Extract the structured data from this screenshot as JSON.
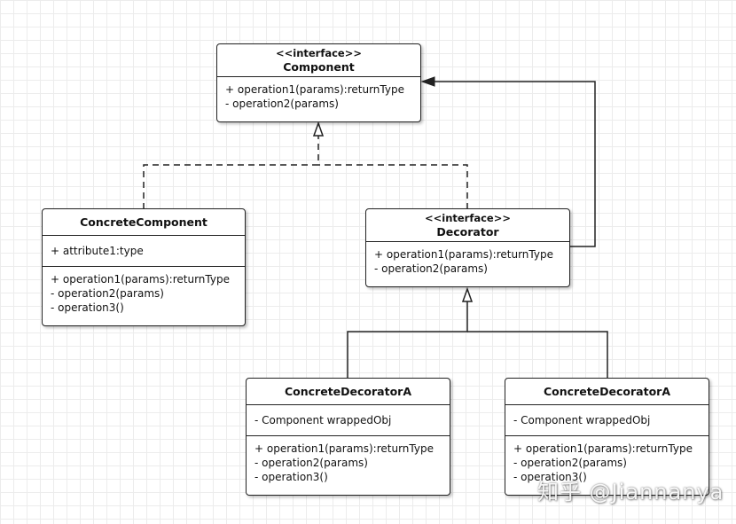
{
  "component": {
    "stereotype": "<<interface>>",
    "name": "Component",
    "operations": [
      "+ operation1(params):returnType",
      "- operation2(params)"
    ]
  },
  "concrete_component": {
    "name": "ConcreteComponent",
    "attributes": [
      "+ attribute1:type"
    ],
    "operations": [
      "+ operation1(params):returnType",
      "- operation2(params)",
      "- operation3()"
    ]
  },
  "decorator": {
    "stereotype": "<<interface>>",
    "name": "Decorator",
    "operations": [
      "+ operation1(params):returnType",
      "- operation2(params)"
    ]
  },
  "concrete_decorator_a_left": {
    "name": "ConcreteDecoratorA",
    "attributes": [
      "- Component wrappedObj"
    ],
    "operations": [
      "+ operation1(params):returnType",
      "- operation2(params)",
      "- operation3()"
    ]
  },
  "concrete_decorator_a_right": {
    "name": "ConcreteDecoratorA",
    "attributes": [
      "- Component wrappedObj"
    ],
    "operations": [
      "+ operation1(params):returnType",
      "- operation2(params)",
      "- operation3()"
    ]
  },
  "watermark": "知乎 @Jiannanya"
}
